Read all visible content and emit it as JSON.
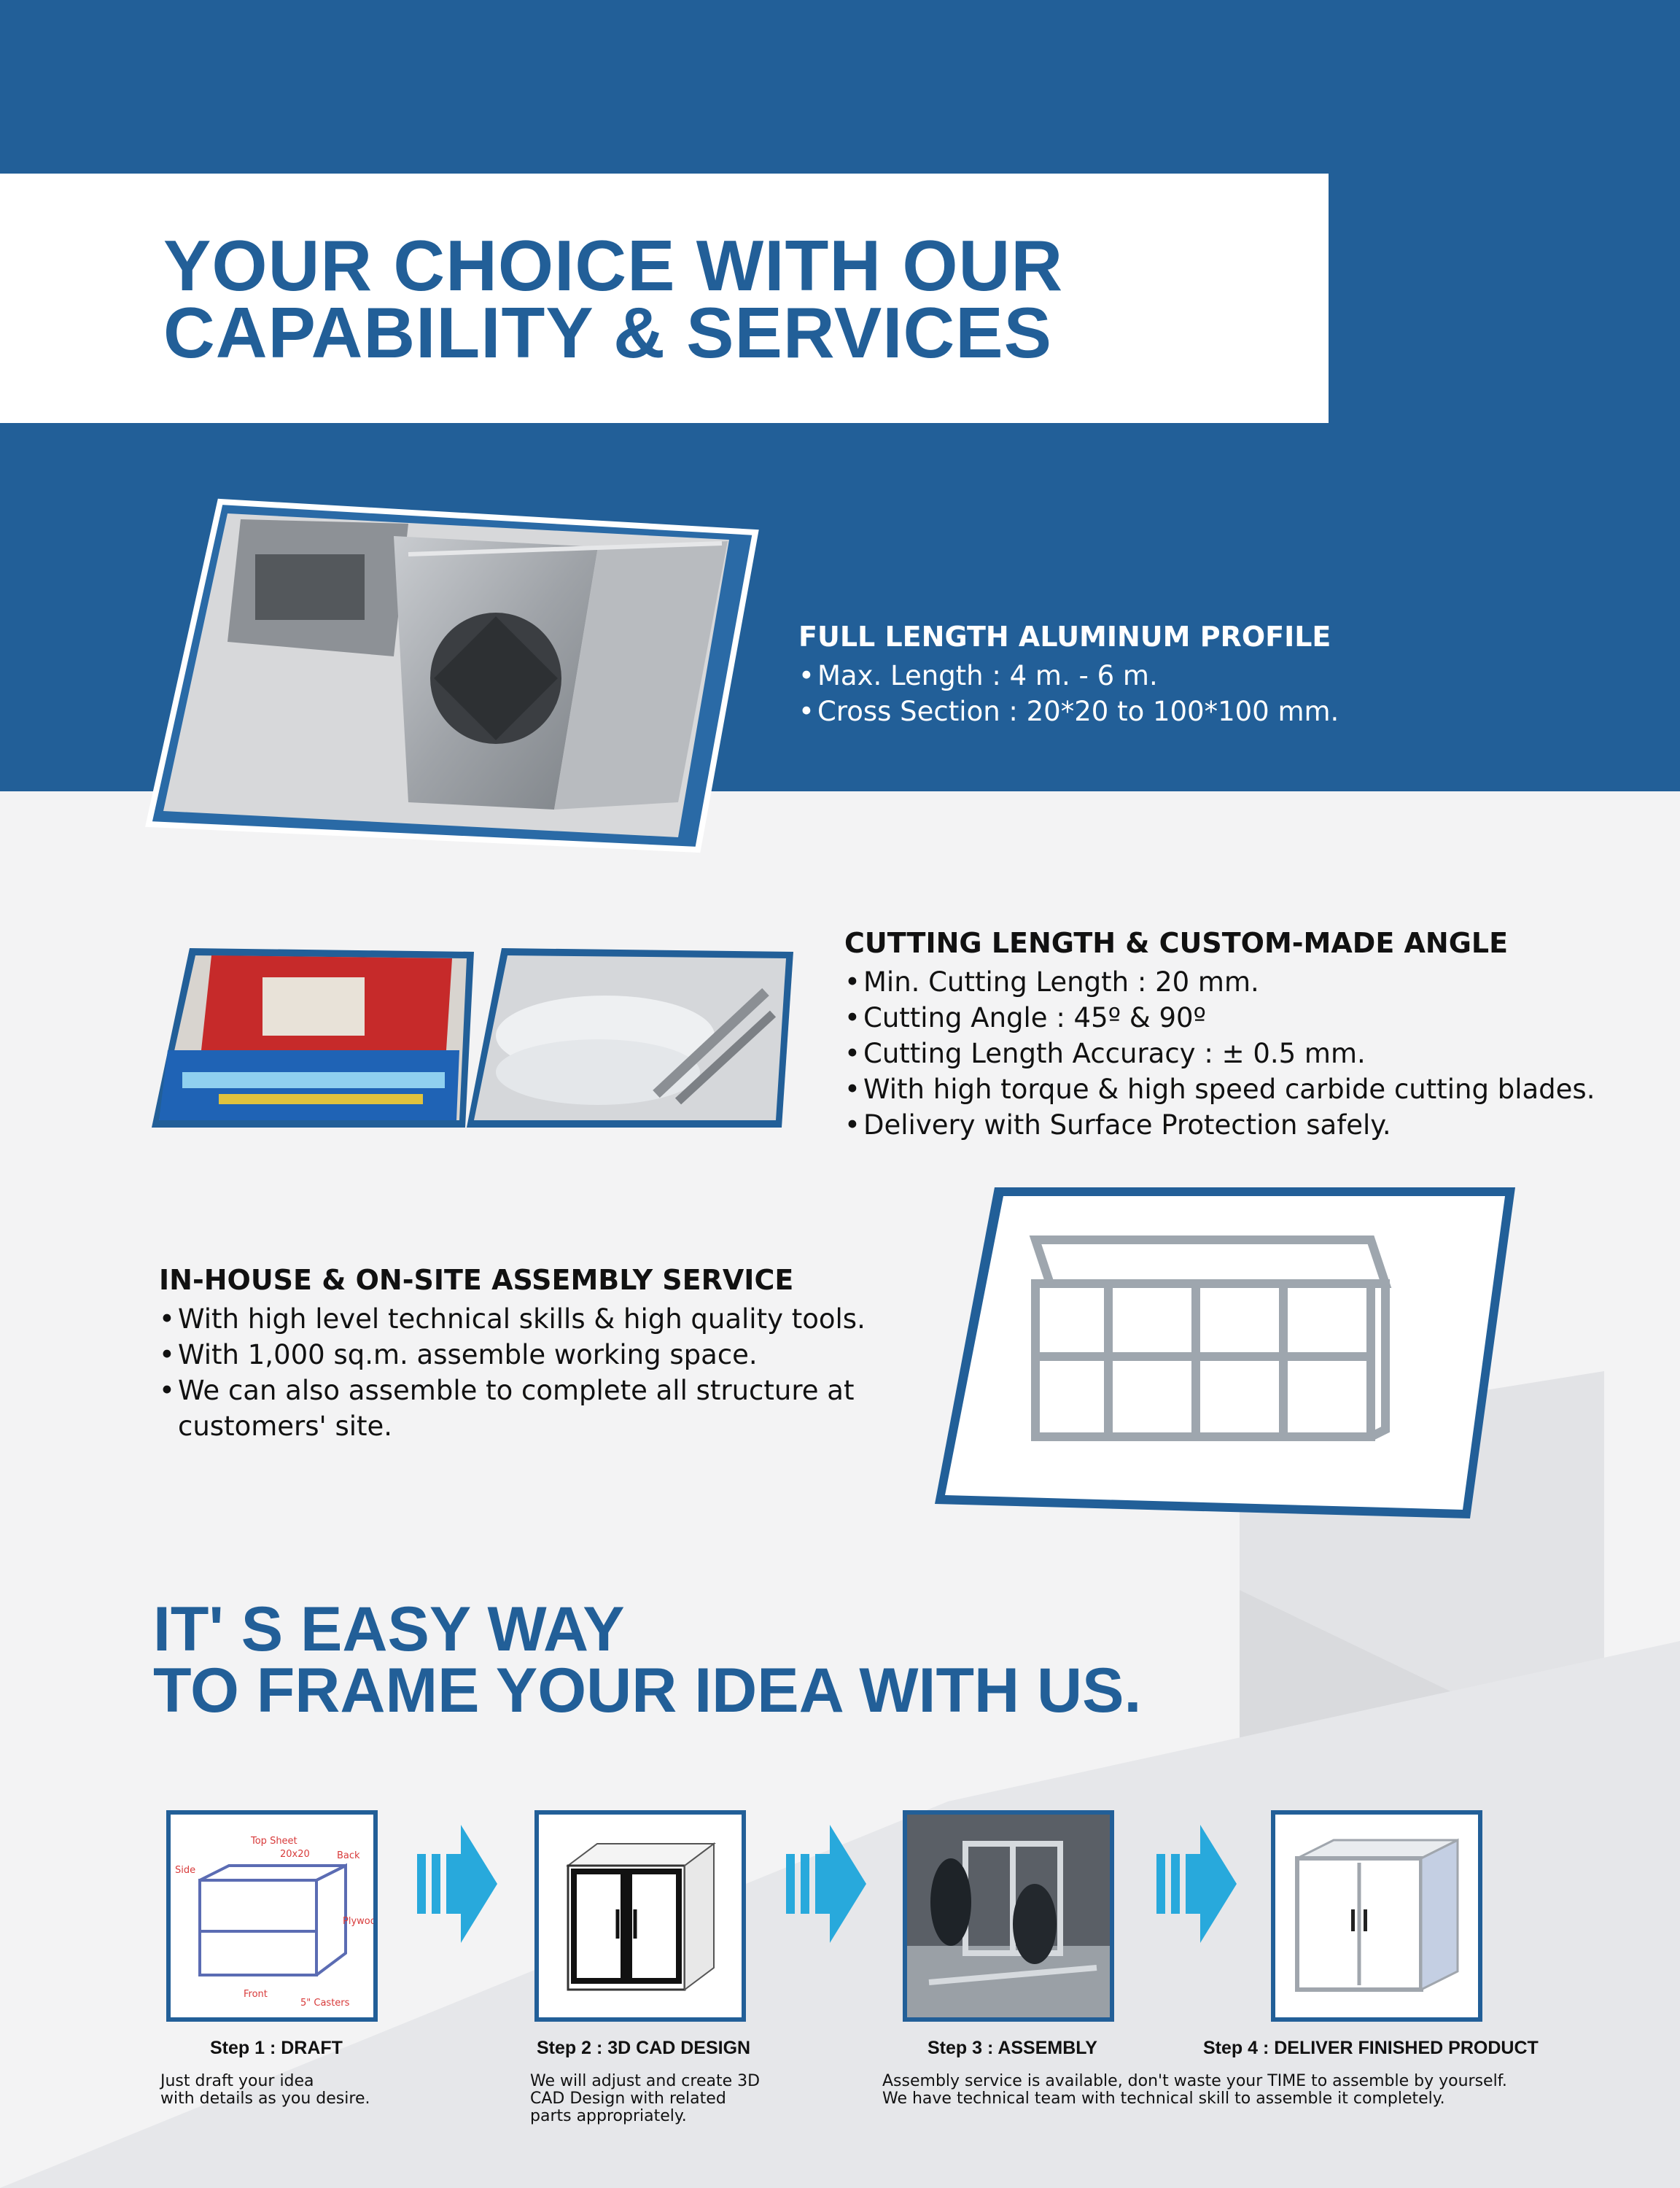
{
  "header": {
    "title_line1": "YOUR CHOICE WITH OUR",
    "title_line2": "CAPABILITY & SERVICES"
  },
  "colors": {
    "brand_blue": "#225f98",
    "arrow_cyan": "#28a9dc",
    "background": "#f3f3f4"
  },
  "services": {
    "profile": {
      "title": "FULL LENGTH ALUMINUM PROFILE",
      "bullets": [
        "Max. Length : 4 m. - 6 m.",
        "Cross Section : 20*20 to 100*100 mm."
      ]
    },
    "cutting": {
      "title": "CUTTING LENGTH & CUSTOM-MADE ANGLE",
      "bullets": [
        "Min. Cutting Length : 20 mm.",
        "Cutting Angle : 45º & 90º",
        "Cutting Length Accuracy : ± 0.5 mm.",
        "With high torque & high speed carbide cutting blades.",
        "Delivery with Surface Protection safely."
      ]
    },
    "assembly": {
      "title": "IN-HOUSE & ON-SITE ASSEMBLY SERVICE",
      "bullets": [
        "With high level technical skills & high quality tools.",
        "With 1,000 sq.m. assemble working space.",
        "We can also assemble to complete all structure at customers' site."
      ]
    }
  },
  "easy": {
    "title_line1": "IT' S EASY WAY",
    "title_line2": "TO FRAME YOUR IDEA WITH US."
  },
  "steps": [
    {
      "label": "Step 1 : DRAFT",
      "desc": [
        "Just draft your idea",
        "with details as you desire."
      ],
      "sketch_notes": [
        "Top Sheet",
        "20x20",
        "Side",
        "Back",
        "Plywood",
        "Front",
        "5\" Casters"
      ]
    },
    {
      "label": "Step 2 : 3D CAD DESIGN",
      "desc": [
        "We will adjust and create 3D",
        "CAD Design with related",
        "parts appropriately."
      ]
    },
    {
      "label": "Step 3 : ASSEMBLY",
      "desc": [
        "Assembly service is available, don't waste your TIME to assemble by yourself.",
        "We have technical team with technical skill to assemble it completely."
      ]
    },
    {
      "label": "Step 4 : DELIVER FINISHED PRODUCT",
      "desc": []
    }
  ]
}
